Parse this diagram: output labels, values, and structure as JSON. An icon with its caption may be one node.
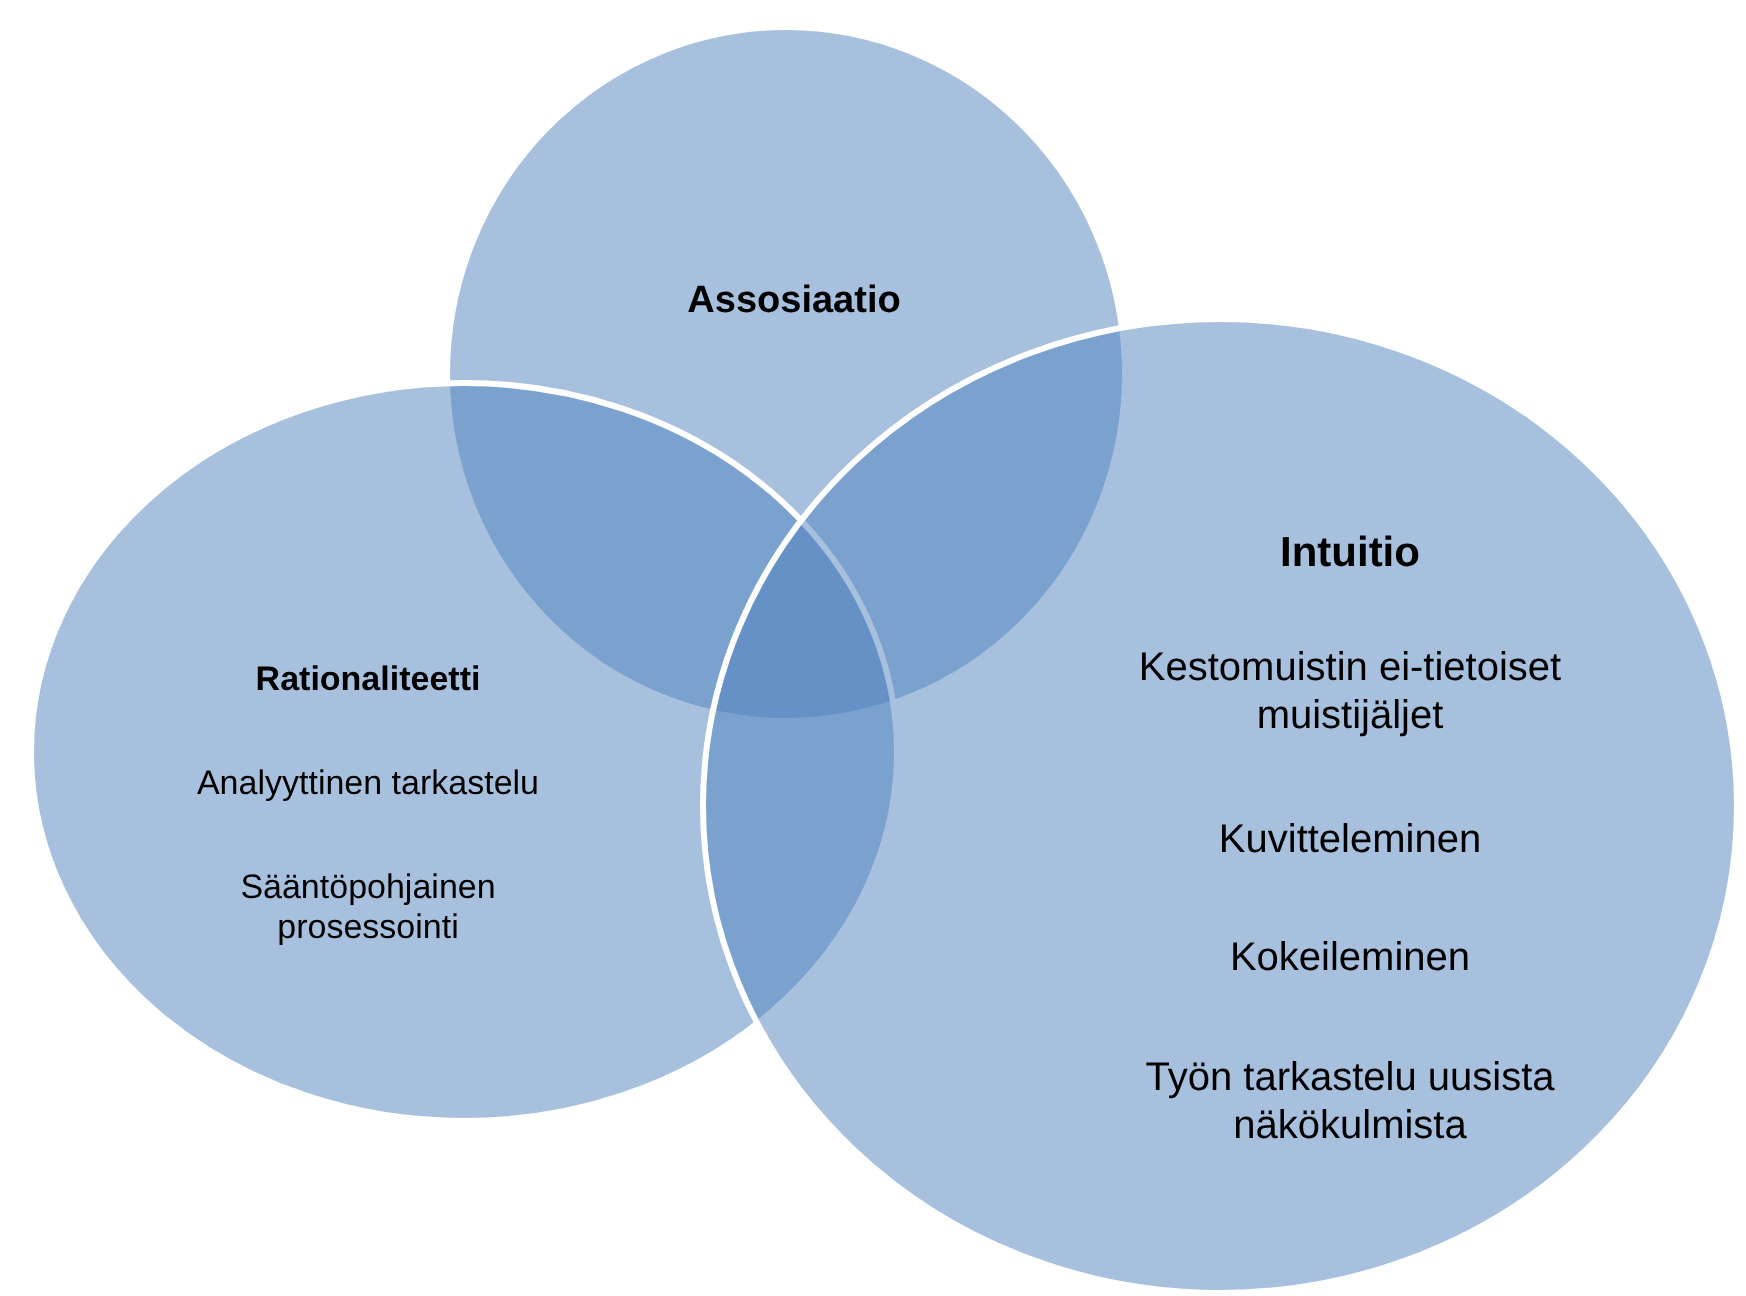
{
  "diagram": {
    "nodes": [
      {
        "text": [
          "Assosiaatio"
        ]
      },
      {
        "text": [
          "Rationaliteetti",
          "Analyyttinen tarkastelu",
          "Sääntöpohjainen prosessointi"
        ]
      },
      {
        "text": [
          "Intuitio",
          "Kestomuistin ei-tietoiset muistijäljet",
          "Kuvitteleminen",
          "Kokeileminen",
          "Työn tarkastelu uusista näkökulmista"
        ]
      }
    ]
  }
}
